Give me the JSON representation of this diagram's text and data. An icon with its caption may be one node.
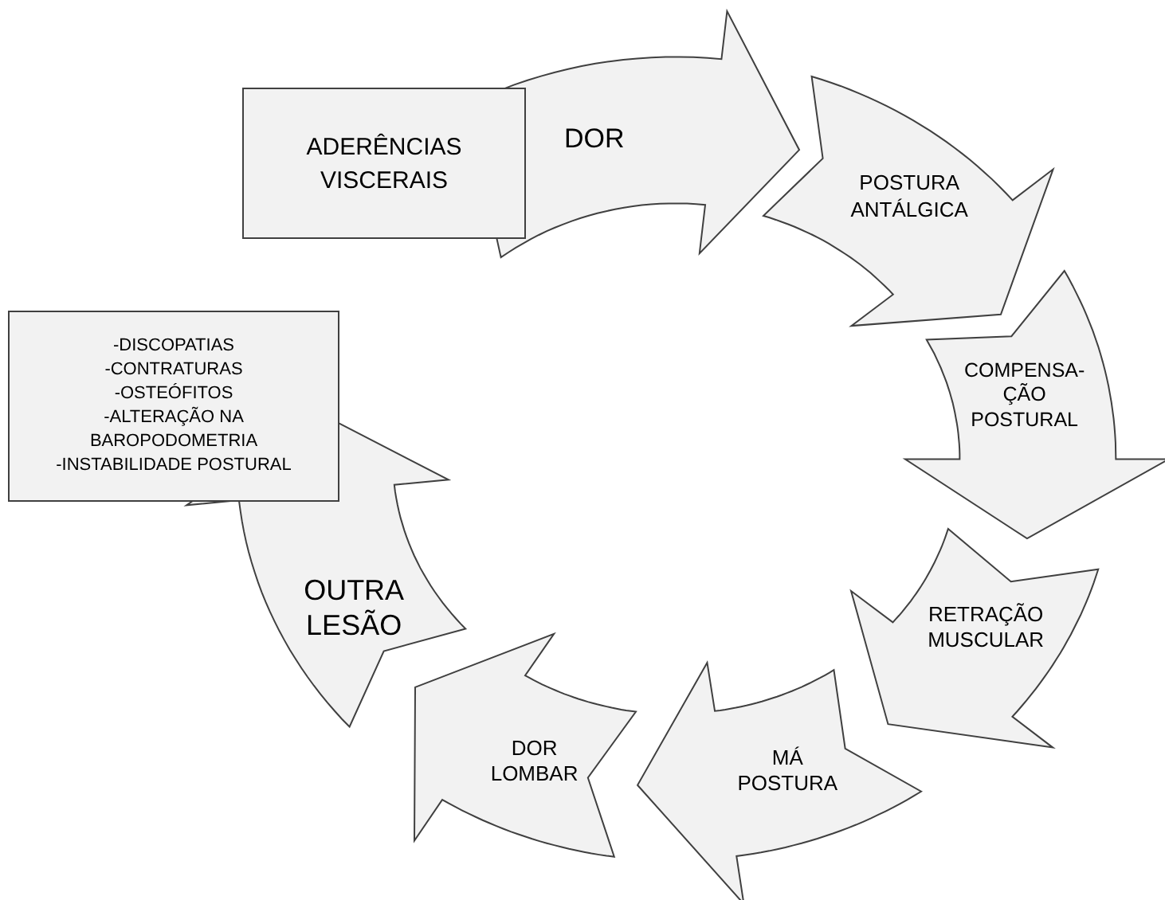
{
  "diagram": {
    "nodes": [
      {
        "text": [
          "ADERÊNCIAS VISCERAIS"
        ]
      },
      {
        "text": [
          "DOR"
        ]
      },
      {
        "text": [
          "POSTURA ANTÁLGICA"
        ]
      },
      {
        "text": [
          "COMPENSA- ÇÃO POSTURAL"
        ]
      },
      {
        "text": [
          "RETRAÇÃO MUSCULAR"
        ]
      },
      {
        "text": [
          "MÁ POSTURA"
        ]
      },
      {
        "text": [
          "DOR LOMBAR"
        ]
      },
      {
        "text": [
          "OUTRA LESÃO"
        ]
      },
      {
        "text": [
          "-DISCOPATIAS",
          "-CONTRATURAS",
          "-OSTEÓFITOS",
          "-ALTERAÇÃO NA BAROPODOMETRIA",
          "-INSTABILIDADE POSTURAL"
        ]
      }
    ]
  }
}
